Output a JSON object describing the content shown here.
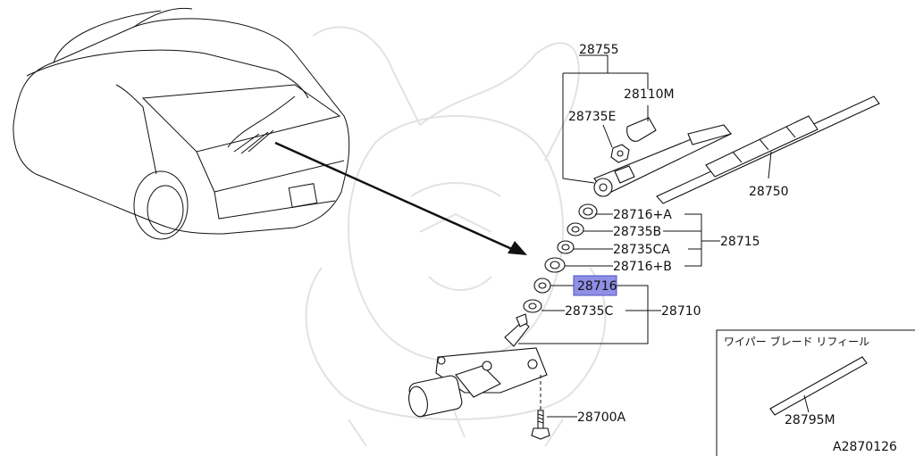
{
  "parts": {
    "p28755": "28755",
    "p28110M": "28110M",
    "p28735E": "28735E",
    "p28750": "28750",
    "p28716A": "28716+A",
    "p28735B": "28735B",
    "p28735CA": "28735CA",
    "p28716B": "28716+B",
    "p28715": "28715",
    "p28716": "28716",
    "p28735C": "28735C",
    "p28710": "28710",
    "p28700A": "28700A",
    "p28795M": "28795M"
  },
  "refill_box": {
    "title": "ワイパー ブレード リフィール"
  },
  "figure_code": "A2870126",
  "highlight": {
    "part": "28716",
    "color": "#8f8fe6"
  }
}
